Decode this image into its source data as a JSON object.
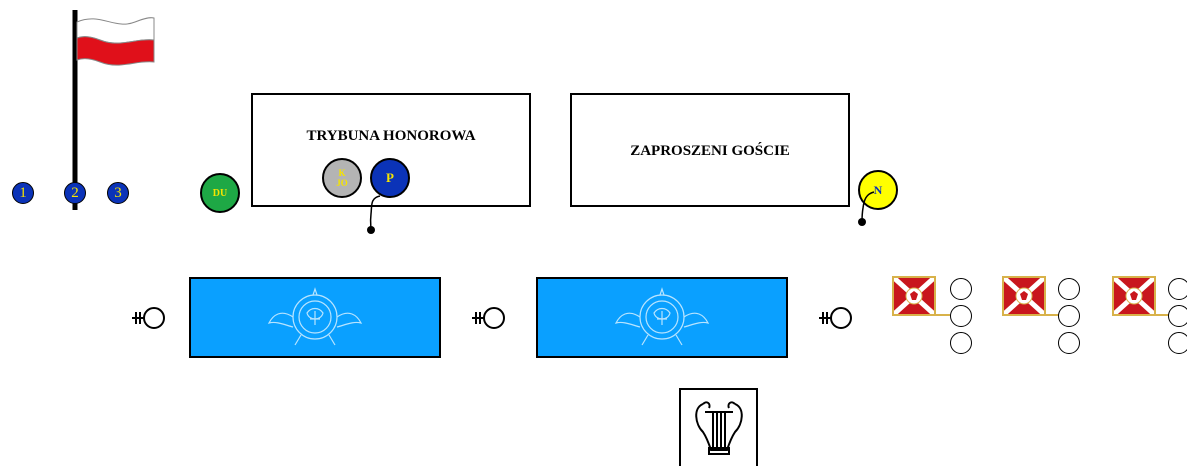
{
  "flag": {
    "colors": {
      "top": "#ffffff",
      "bottom": "#e0101a",
      "pole": "#000000"
    }
  },
  "numbers": [
    "1",
    "2",
    "3"
  ],
  "du": {
    "label": "DU",
    "color": "#1ea845",
    "text_color": "#f5e400"
  },
  "trybuna": {
    "title": "TRYBUNA HONOROWA"
  },
  "kjo": {
    "line1": "K",
    "line2": "JO",
    "color": "#b4b4b4",
    "text_color": "#f5e400"
  },
  "p_marker": {
    "label": "P",
    "color": "#0b33b8",
    "text_color": "#f5e400"
  },
  "goscie": {
    "title": "ZAPROSZENI GOŚCIE"
  },
  "n_marker": {
    "label": "N",
    "color": "#ffff00",
    "text_color": "#0b33b8"
  },
  "banner_color": "#0aa0ff",
  "standard_colors": {
    "red": "#c8161d",
    "gold": "#d8b24a",
    "white": "#ffffff"
  }
}
